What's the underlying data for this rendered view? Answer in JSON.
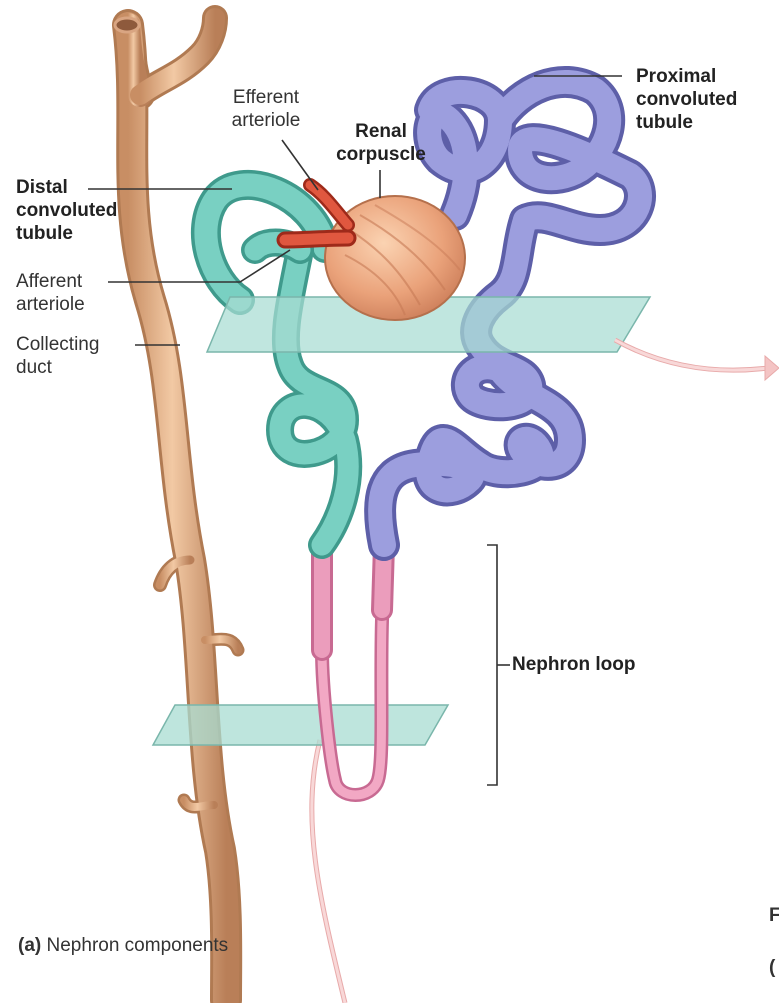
{
  "figure": {
    "caption_letter": "(a)",
    "caption_text": "Nephron components",
    "edge_fragment_1": "F",
    "edge_fragment_2": "("
  },
  "labels": {
    "efferent_arteriole": [
      "Efferent",
      "arteriole"
    ],
    "renal_corpuscle": [
      "Renal",
      "corpuscle"
    ],
    "proximal_convoluted_tubule": [
      "Proximal",
      "convoluted",
      "tubule"
    ],
    "distal_convoluted_tubule": [
      "Distal",
      "convoluted",
      "tubule"
    ],
    "afferent_arteriole": [
      "Afferent",
      "arteriole"
    ],
    "collecting_duct": [
      "Collecting",
      "duct"
    ],
    "nephron_loop": "Nephron loop"
  },
  "colors": {
    "collecting_duct": "#e8b48c",
    "proximal_tubule": "#8c8ed2",
    "distal_tubule": "#6cc4b4",
    "nephron_loop": "#e58fb0",
    "arteriole": "#d24632",
    "corpuscle": "#e9a078",
    "section_plane": "#a8dcd2",
    "pointer_arrow": "#f4c4c4"
  }
}
